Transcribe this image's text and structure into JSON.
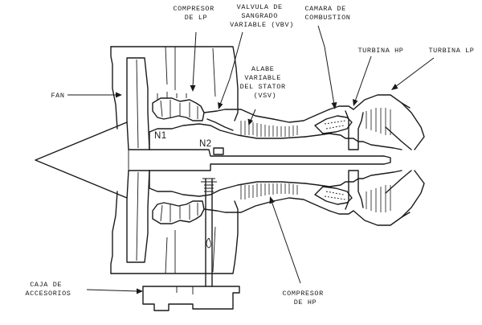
{
  "labels": {
    "compresor_lp": [
      "COMPRESOR",
      "DE LP"
    ],
    "valvula_vbv": [
      "VALVULA DE",
      "SANGRADO",
      "VARIABLE (VBV)"
    ],
    "camara": [
      "CAMARA DE",
      "COMBUSTION"
    ],
    "turbina_hp": [
      "TURBINA HP"
    ],
    "turbina_lp": [
      "TURBINA LP"
    ],
    "fan": [
      "FAN"
    ],
    "alabe_vsv": [
      "ALABE",
      "VARIABLE",
      "DEL STATOR",
      "(VSV)"
    ],
    "n1": [
      "N1"
    ],
    "n2": [
      "N2"
    ],
    "caja": [
      "CAJA DE",
      "ACCESORIOS"
    ],
    "compresor_hp": [
      "COMPRESOR",
      "DE HP"
    ]
  }
}
